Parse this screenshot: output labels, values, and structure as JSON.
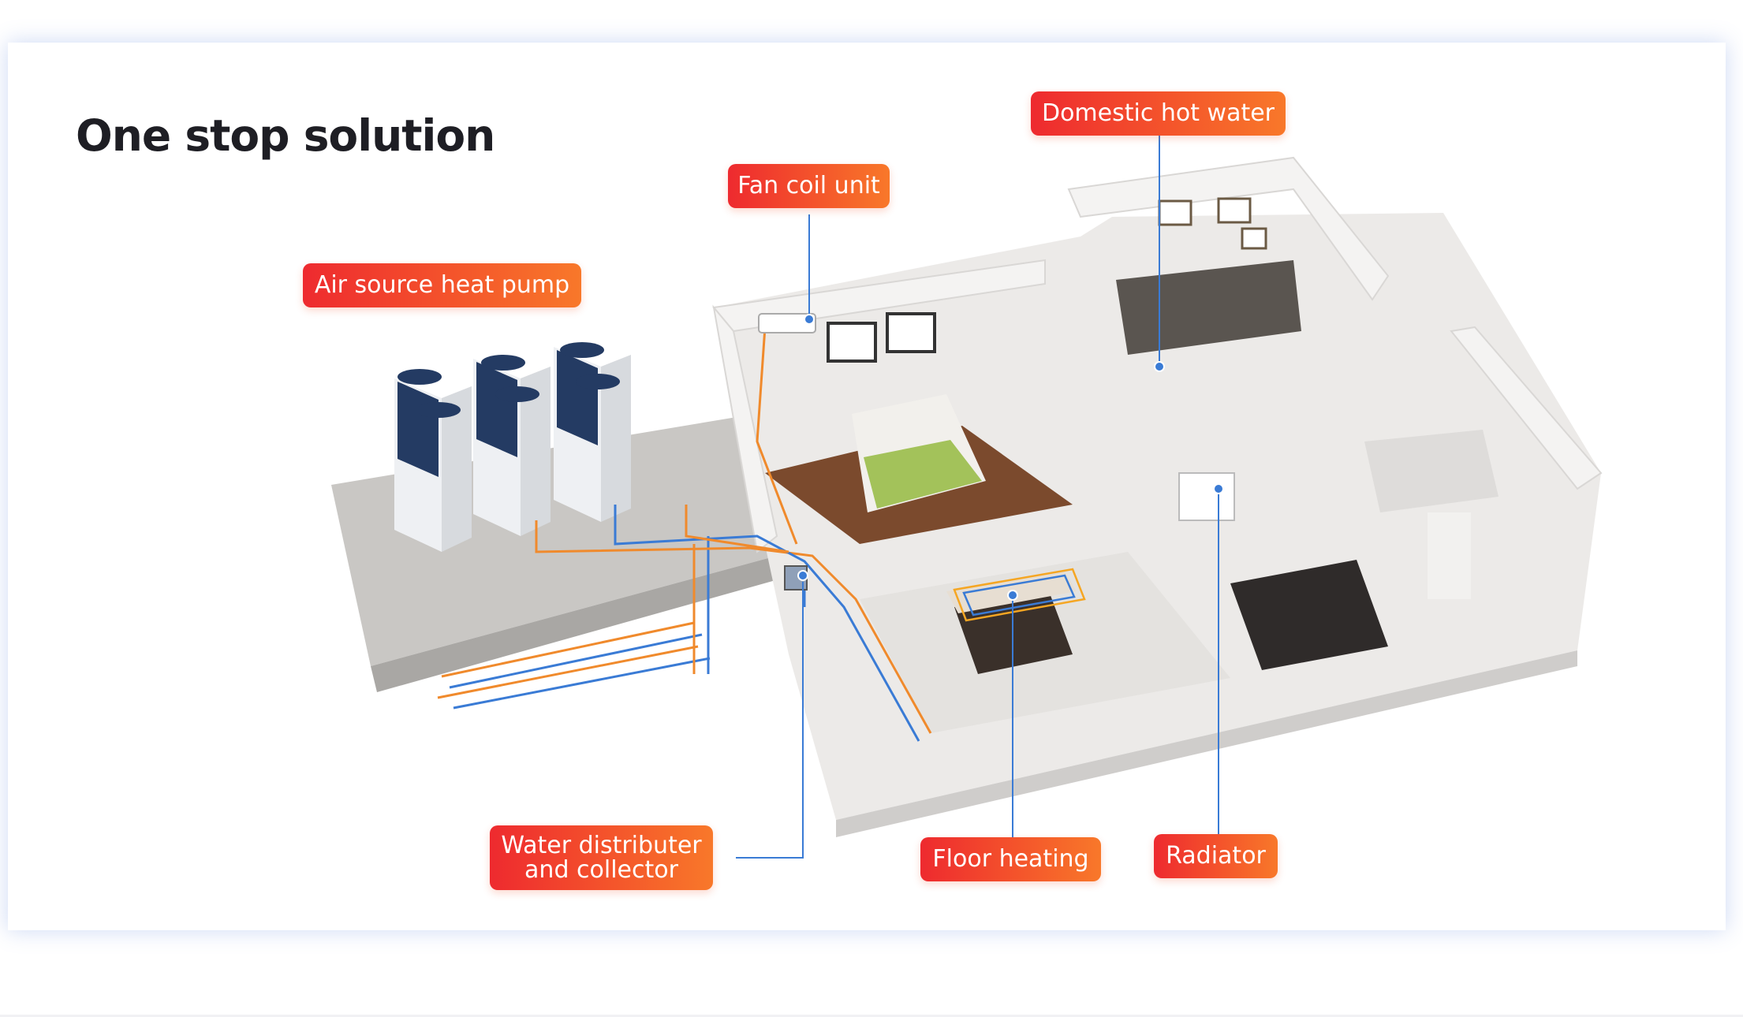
{
  "title": "One stop solution",
  "colors": {
    "label_gradient_start": "#ee2a2f",
    "label_gradient_end": "#f8782a",
    "hot_pipe": "#f08a2c",
    "cold_pipe": "#3a7bd5",
    "leader_line": "#3a7bd5"
  },
  "labels": {
    "air_source_heat_pump": "Air source heat pump",
    "fan_coil_unit": "Fan coil unit",
    "domestic_hot_water": "Domestic hot water",
    "water_distributer_line1": "Water distributer",
    "water_distributer_line2": "and collector",
    "floor_heating": "Floor heating",
    "radiator": "Radiator"
  }
}
